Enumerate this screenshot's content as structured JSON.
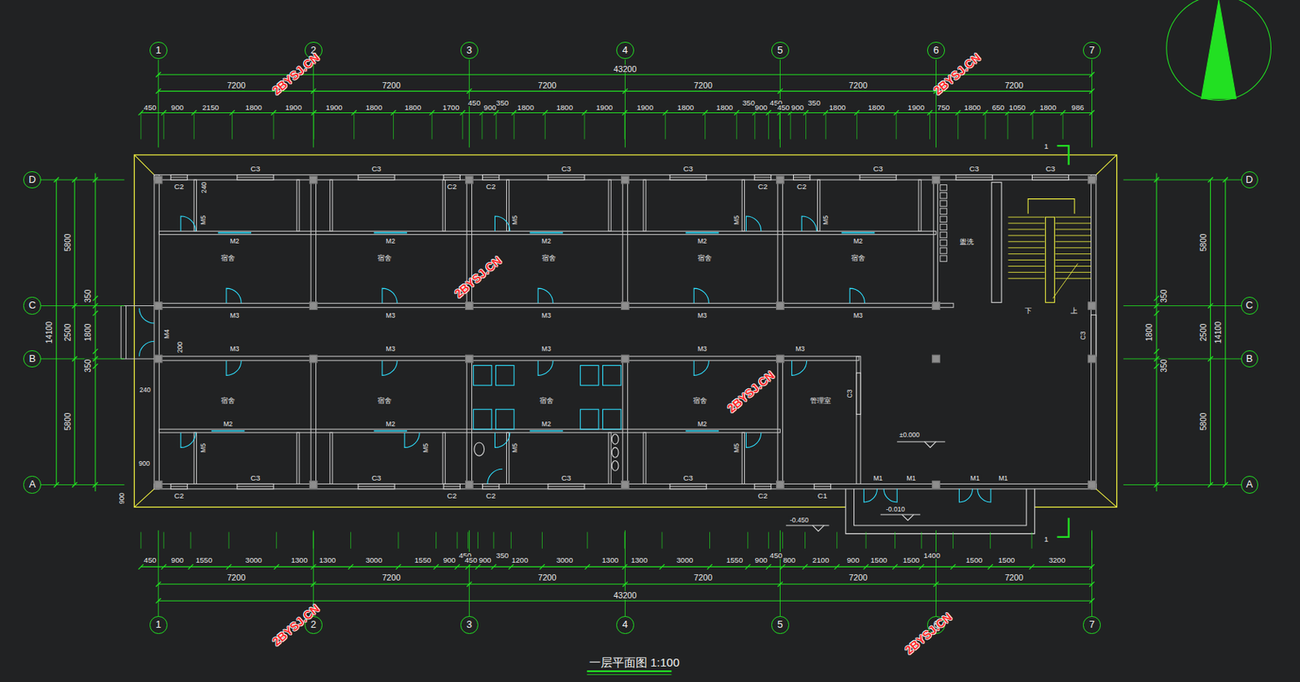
{
  "diagram": {
    "caption": "一层平面图 1:100",
    "nodes": [
      {
        "text": [
          "1"
        ]
      },
      {
        "text": [
          "2"
        ]
      },
      {
        "text": [
          "3"
        ]
      },
      {
        "text": [
          "4"
        ]
      },
      {
        "text": [
          "5"
        ]
      },
      {
        "text": [
          "6"
        ]
      },
      {
        "text": [
          "7"
        ]
      },
      {
        "text": [
          "D"
        ]
      },
      {
        "text": [
          "C"
        ]
      },
      {
        "text": [
          "B"
        ]
      },
      {
        "text": [
          "A"
        ]
      },
      {
        "text": [
          "D"
        ]
      },
      {
        "text": [
          "C"
        ]
      },
      {
        "text": [
          "B"
        ]
      },
      {
        "text": [
          "A"
        ]
      },
      {
        "text": [
          "1"
        ]
      },
      {
        "text": [
          "2"
        ]
      },
      {
        "text": [
          "3"
        ]
      },
      {
        "text": [
          "4"
        ]
      },
      {
        "text": [
          "5"
        ]
      },
      {
        "text": [
          "6"
        ]
      },
      {
        "text": [
          "7"
        ]
      }
    ],
    "labels": [
      "43200",
      "7200",
      "7200",
      "7200",
      "7200",
      "7200",
      "7200",
      "450",
      "900",
      "2150",
      "1800",
      "1900",
      "1900",
      "1800",
      "1800",
      "1700",
      "450",
      "900",
      "350",
      "1800",
      "1800",
      "1900",
      "1900",
      "1800",
      "1800",
      "350",
      "900",
      "450",
      "450",
      "900",
      "350",
      "1800",
      "1800",
      "1900",
      "750",
      "1800",
      "650",
      "1050",
      "1800",
      "986",
      "450",
      "900",
      "1550",
      "3000",
      "1300",
      "1300",
      "3000",
      "1550",
      "900",
      "450",
      "450",
      "900",
      "350",
      "1200",
      "3000",
      "1300",
      "1300",
      "3000",
      "1550",
      "900",
      "450",
      "800",
      "2100",
      "900",
      "1500",
      "1500",
      "1400",
      "1500",
      "1500",
      "3200",
      "7200",
      "7200",
      "7200",
      "7200",
      "7200",
      "7200",
      "43200",
      "5800",
      "350",
      "2500",
      "1800",
      "350",
      "5800",
      "14100",
      "5800",
      "350",
      "2500",
      "1800",
      "350",
      "5800",
      "14100",
      "240",
      "200",
      "240",
      "900",
      "900",
      "C3",
      "C3",
      "C3",
      "C3",
      "C3",
      "C3",
      "C3",
      "C2",
      "C2",
      "C2",
      "C2",
      "C2",
      "M5",
      "M5",
      "M5",
      "M5",
      "M2",
      "M2",
      "M2",
      "M2",
      "M2",
      "宿舍",
      "宿舍",
      "宿舍",
      "宿舍",
      "宿舍",
      "M3",
      "M3",
      "M3",
      "M3",
      "M3",
      "盥洗",
      "下",
      "上",
      "C3",
      "M4",
      "M3",
      "M3",
      "M3",
      "M3",
      "M3",
      "宿舍",
      "宿舍",
      "宿舍",
      "宿舍",
      "管理室",
      "C3",
      "M2",
      "M2",
      "M2",
      "M2",
      "M5",
      "M5",
      "M5",
      "M5",
      "C3",
      "C3",
      "C3",
      "C3",
      "C2",
      "C2",
      "C2",
      "C2",
      "C1",
      "M1",
      "M1",
      "M1",
      "M1",
      "±0.000",
      "-0.010",
      "-0.450",
      "1",
      "1",
      "2BYSJ.CN",
      "2BYSJ.CN",
      "2BYSJ.CN",
      "2BYSJ.CN",
      "2BYSJ.CN",
      "2BYSJ.CN"
    ]
  }
}
